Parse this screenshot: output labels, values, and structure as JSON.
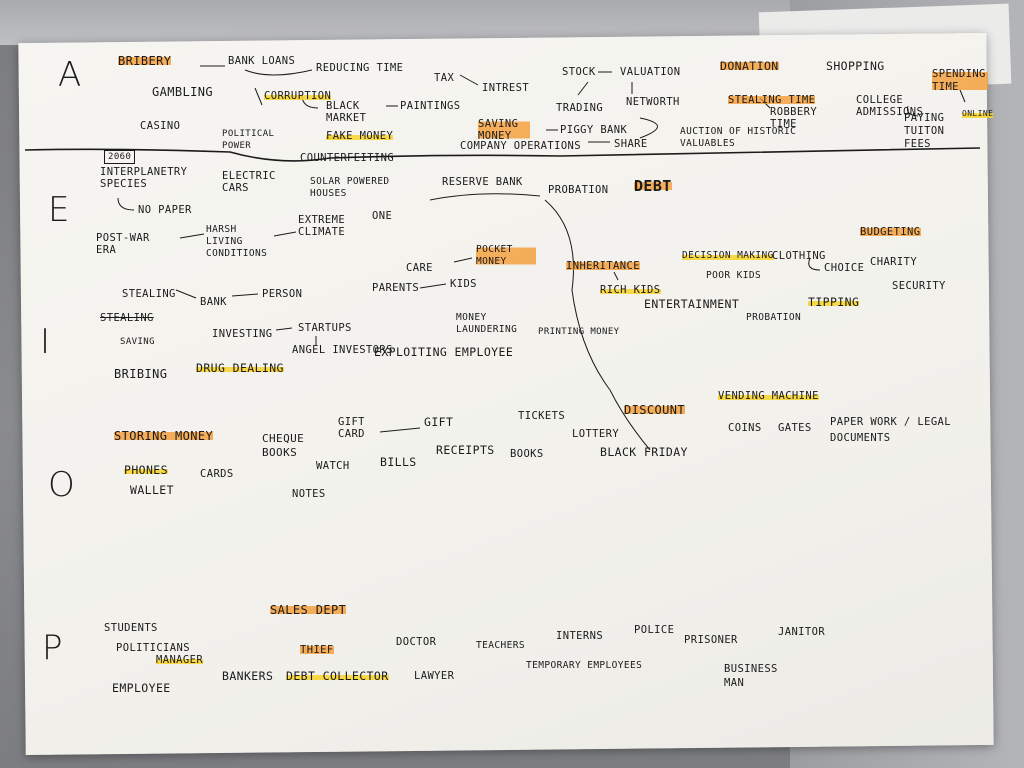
{
  "row_letters": {
    "a": "A",
    "e": "E",
    "i": "I",
    "o": "O",
    "p": "P"
  },
  "row_a": {
    "bribery": "BRIBERY",
    "bank_loans": "BANK LOANS",
    "reducing_time": "REDUCING TIME",
    "tax": "TAX",
    "intrest": "INTREST",
    "stock": "STOCK",
    "valuation": "VALUATION",
    "donation": "DONATION",
    "shopping": "SHOPPING",
    "spending_time": "SPENDING TIME",
    "gambling": "GAMBLING",
    "casino": "CASINO",
    "corruption": "CORRUPTION",
    "political_power": "POLITICAL POWER",
    "black_market": "BLACK MARKET",
    "paintings": "PAINTINGS",
    "trading": "TRADING",
    "networth": "NETWORTH",
    "stealing_time": "STEALING TIME",
    "robbery_time": "ROBBERY TIME",
    "college_admissions": "COLLEGE ADMISSIONS",
    "paying_tuition_fees": "PAYING TUITON FEES",
    "online": "ONLINE",
    "fake_money": "FAKE MONEY",
    "counterfeiting": "COUNTERFEITING",
    "saving_money": "SAVING MONEY",
    "piggy_bank": "PIGGY BANK",
    "company_operations": "COMPANY OPERATIONS",
    "share": "SHARE",
    "auction": "AUCTION OF HISTORIC VALUABLES"
  },
  "row_e": {
    "year": "2060",
    "interplanetary": "INTERPLANETRY SPECIES",
    "no_paper": "NO PAPER",
    "electric_cars": "ELECTRIC CARS",
    "solar_houses": "SOLAR POWERED HOUSES",
    "reserve_bank": "RESERVE BANK",
    "probation": "PROBATION",
    "debt": "DEBT",
    "post_war_era": "POST-WAR ERA",
    "harsh_living": "HARSH LIVING CONDITIONS",
    "extreme_climate": "EXTREME CLIMATE",
    "one": "ONE"
  },
  "row_i": {
    "stealing": "STEALING",
    "stealing_struck": "STEALING",
    "saving": "SAVING",
    "bank": "BANK",
    "person": "PERSON",
    "care": "CARE",
    "pocket_money": "POCKET MONEY",
    "parents": "PARENTS",
    "kids": "KIDS",
    "inheritance": "INHERITANCE",
    "rich_kids": "RICH KIDS",
    "decision_making": "DECISION MAKING",
    "poor_kids": "POOR KIDS",
    "clothing": "CLOTHING",
    "choice": "CHOICE",
    "budgeting": "BUDGETING",
    "charity": "CHARITY",
    "investing": "INVESTING",
    "startups": "STARTUPS",
    "angel_investors": "ANGEL INVESTORS",
    "money_laundering": "MONEY LAUNDERING",
    "printing_money": "PRINTING MONEY",
    "entertainment": "ENTERTAINMENT",
    "probation": "PROBATION",
    "tipping": "TIPPING",
    "security": "SECURITY",
    "bribing": "BRIBING",
    "drug_dealing": "DRUG DEALING",
    "exploiting": "EXPLOITING EMPLOYEE"
  },
  "row_o": {
    "storing_money": "STORING MONEY",
    "phones": "PHONES",
    "wallet": "WALLET",
    "cards": "CARDS",
    "cheque_books": "CHEQUE BOOKS",
    "gift_card": "GIFT CARD",
    "gift": "GIFT",
    "tickets": "TICKETS",
    "discount": "DISCOUNT",
    "vending_machine": "VENDING MACHINE",
    "lottery": "LOTTERY",
    "coins": "COINS",
    "gates": "GATES",
    "paper_work": "PAPER WORK / LEGAL DOCUMENTS",
    "watch": "WATCH",
    "bills": "BILLS",
    "receipts": "RECEIPTS",
    "books": "BOOKS",
    "black_friday": "BLACK FRIDAY",
    "notes": "NOTES"
  },
  "row_p": {
    "students": "STUDENTS",
    "politicians": "POLITICIANS",
    "sales_dept": "SALES DEPT",
    "manager": "MANAGER",
    "thief": "THIEF",
    "doctor": "DOCTOR",
    "teachers": "TEACHERS",
    "interns": "INTERNS",
    "police": "POLICE",
    "prisoner": "PRISONER",
    "janitor": "JANITOR",
    "employee": "EMPLOYEE",
    "bankers": "BANKERS",
    "debt_collector": "DEBT COLLECTOR",
    "lawyer": "LAWYER",
    "temporary_employees": "TEMPORARY EMPLOYEES",
    "business_man": "BUSINESS MAN"
  },
  "colors": {
    "ink": "#1b1b1b",
    "highlight_yellow": "#f8d428",
    "highlight_orange": "#f59628",
    "paper": "#f4f3ef"
  }
}
